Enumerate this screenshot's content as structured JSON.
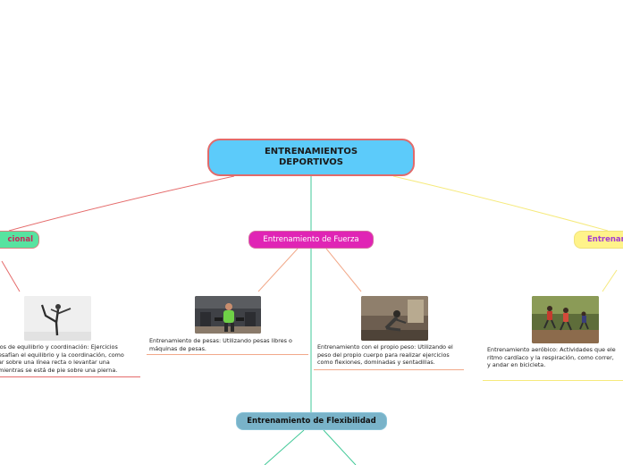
{
  "root": {
    "line1": "ENTRENAMIENTOS",
    "line2": "DEPORTIVOS"
  },
  "branches": {
    "left": "cional",
    "fuerza": "Entrenamiento de Fuerza",
    "right": "Entrenam",
    "flexibilidad": "Entrenamiento de Flexibilidad"
  },
  "topics": {
    "equilibrio": {
      "lines": [
        "ios de equilibrio y coordinación: Ejercicios",
        "esafían el equilibrio y la coordinación, como",
        "ar sobre una línea recta o levantar una",
        "mientras se está de pie sobre una pierna."
      ]
    },
    "pesas": {
      "lines": [
        "Entrenamiento de pesas: Utilizando pesas libres o",
        "máquinas de pesas."
      ]
    },
    "propio_peso": {
      "lines": [
        "Entrenamiento con el propio peso: Utilizando el",
        "peso del propio cuerpo para realizar ejercicios",
        "como flexiones, dominadas y sentadillas."
      ]
    },
    "aerobico": {
      "lines": [
        "Entrenamiento aeróbico: Actividades que ele",
        "ritmo cardíaco y la respiración, como correr,",
        "y andar en bicicleta."
      ]
    }
  },
  "colors": {
    "root_fill": "#5ccbfa",
    "root_border": "#e26a6a",
    "left_branch": "#57e3a0",
    "fuerza_branch": "#e024b5",
    "right_branch": "#fff38a",
    "flex_branch": "#79b3c9"
  }
}
